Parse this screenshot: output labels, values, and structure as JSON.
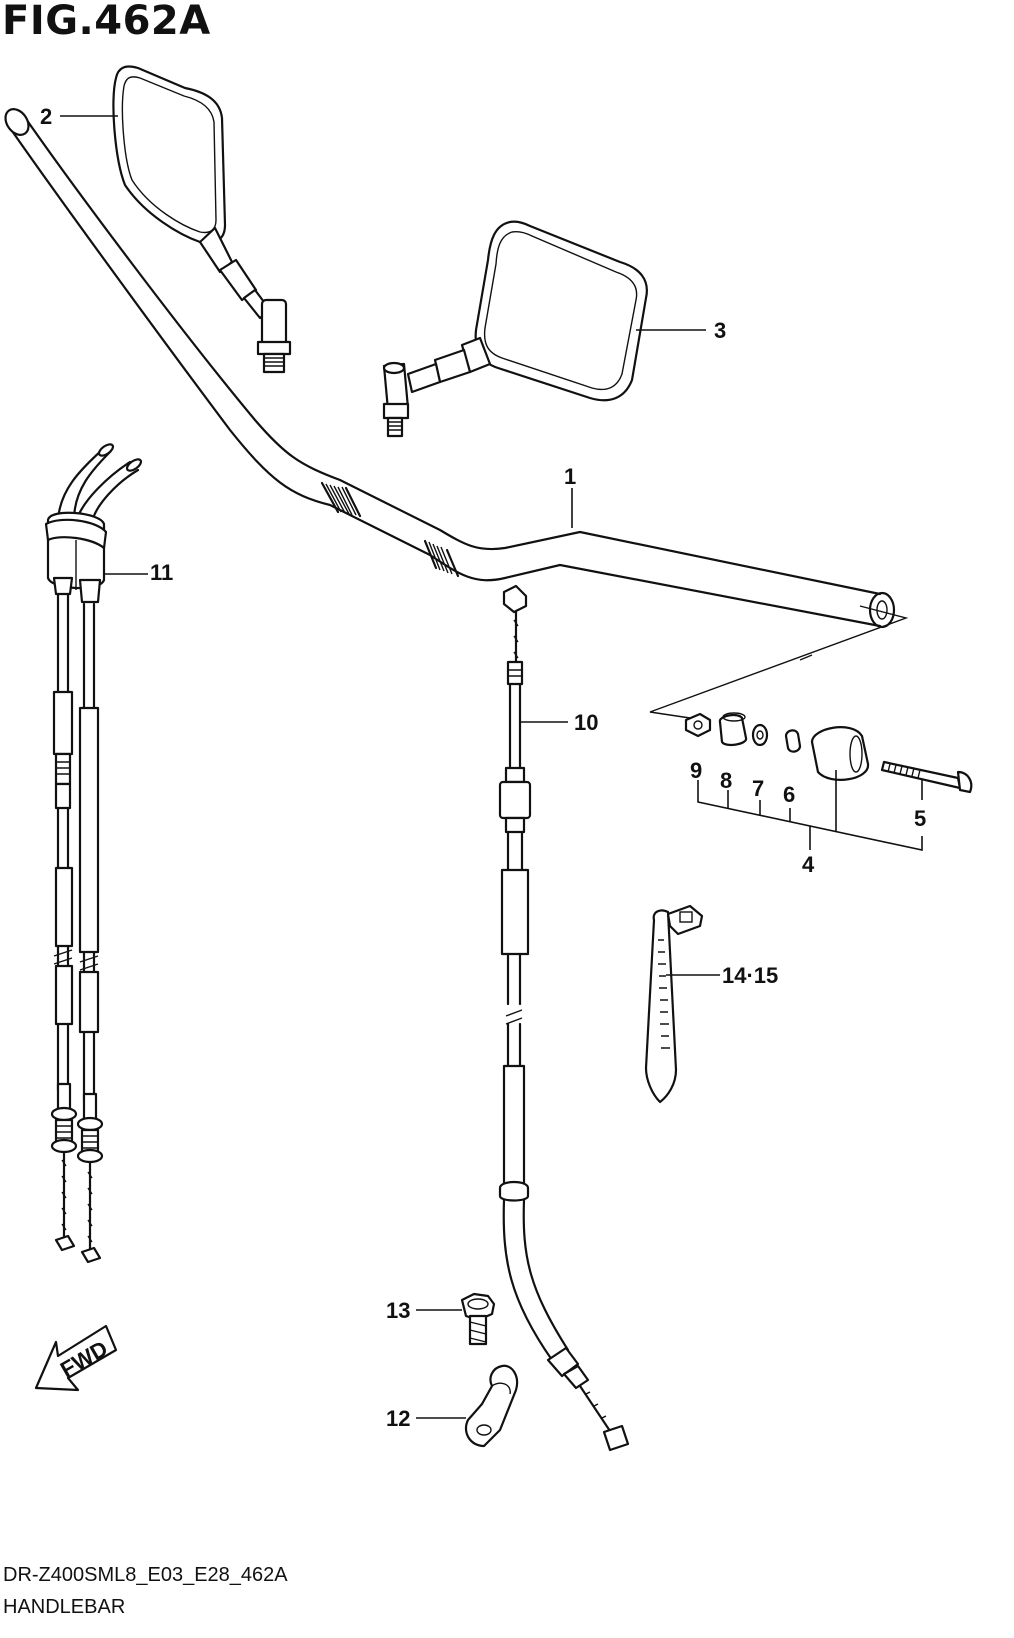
{
  "figure": {
    "title": "FIG.462A",
    "model_code": "DR-Z400SML8_E03_E28_462A",
    "name": "HANDLEBAR"
  },
  "callouts": {
    "c1": "1",
    "c2": "2",
    "c3": "3",
    "c4": "4",
    "c5": "5",
    "c6": "6",
    "c7": "7",
    "c8": "8",
    "c9": "9",
    "c10": "10",
    "c11": "11",
    "c12": "12",
    "c13": "13",
    "c14_15": "14·15"
  },
  "direction_arrow": {
    "label": "FWD",
    "icon": "forward-arrow-icon"
  }
}
